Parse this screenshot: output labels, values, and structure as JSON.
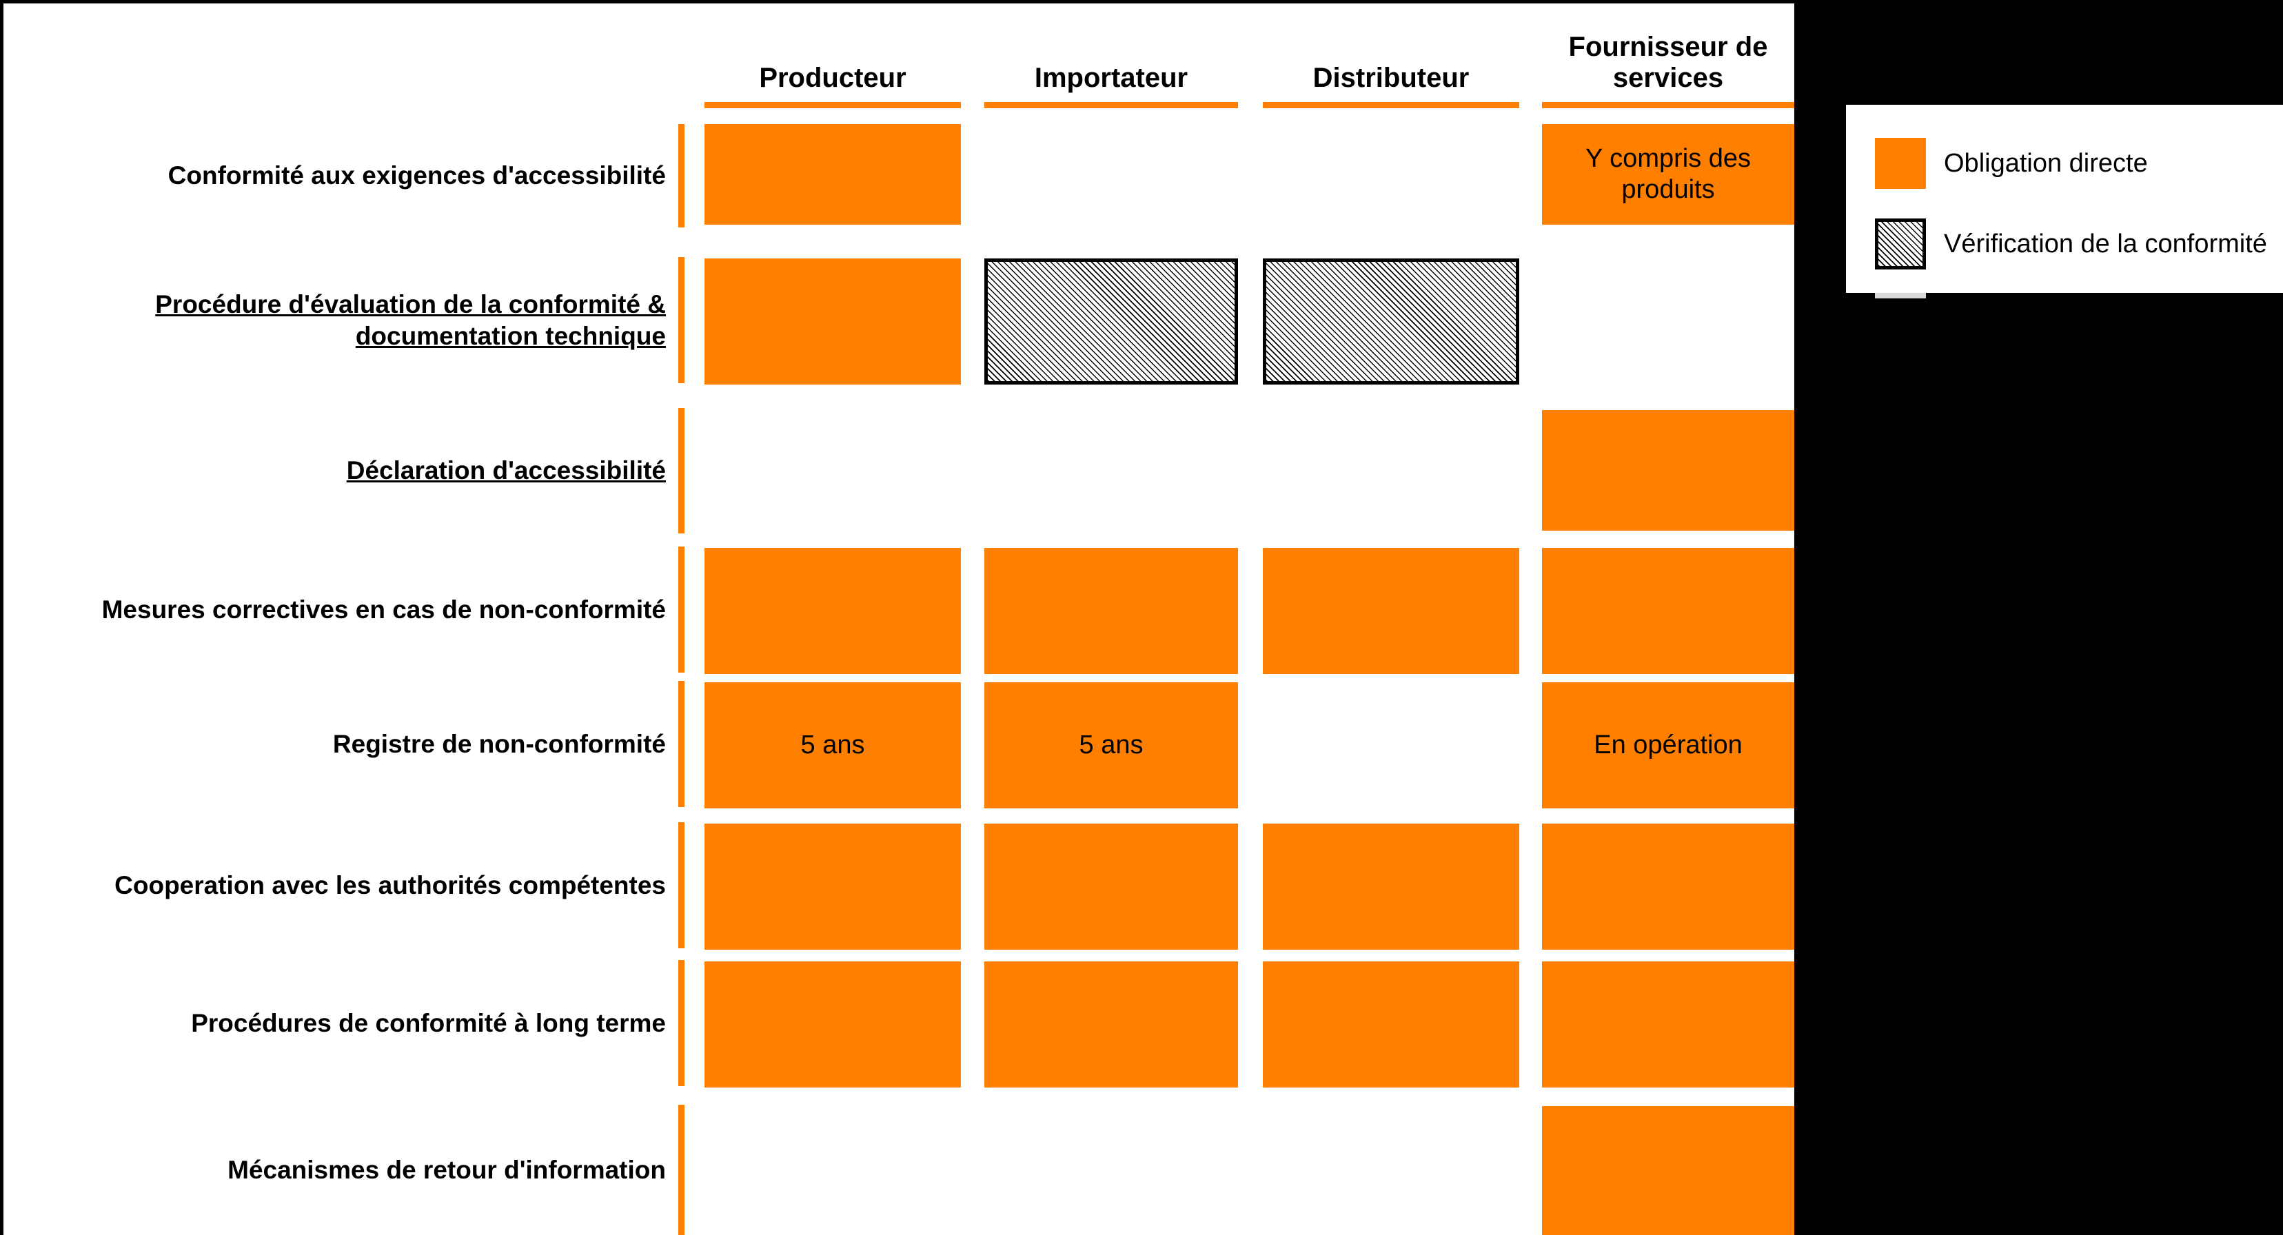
{
  "figure": {
    "accent_orange": "#FF7F00",
    "hatch_fill": "#ffffff",
    "hatch_line": "#000000",
    "text_color": "#000000",
    "panel_color": "#000000"
  },
  "columns": [
    {
      "label": "Producteur"
    },
    {
      "label": "Importateur"
    },
    {
      "label": "Distributeur"
    },
    {
      "label": "Fournisseur de services"
    }
  ],
  "rows": [
    {
      "label": "Conformité aux exigences d'accessibilité",
      "underlined": false
    },
    {
      "label": "Procédure d'évaluation de la conformité & documentation technique",
      "underlined": true
    },
    {
      "label": "Déclaration d'accessibilité",
      "underlined": true
    },
    {
      "label": "Mesures correctives en cas de non-conformité",
      "underlined": false
    },
    {
      "label": "Registre de non-conformité",
      "underlined": false
    },
    {
      "label": "Cooperation avec les authorités compétentes",
      "underlined": false
    },
    {
      "label": "Procédures de conformité à long terme",
      "underlined": false
    },
    {
      "label": "Mécanismes de retour d'information",
      "underlined": false
    }
  ],
  "cells": [
    [
      {
        "type": "direct",
        "text": ""
      },
      {
        "type": "none",
        "text": ""
      },
      {
        "type": "none",
        "text": ""
      },
      {
        "type": "direct",
        "text": "Y compris des produits"
      }
    ],
    [
      {
        "type": "direct",
        "text": ""
      },
      {
        "type": "hatch",
        "text": ""
      },
      {
        "type": "hatch",
        "text": ""
      },
      {
        "type": "none",
        "text": ""
      }
    ],
    [
      {
        "type": "none",
        "text": ""
      },
      {
        "type": "none",
        "text": ""
      },
      {
        "type": "none",
        "text": ""
      },
      {
        "type": "direct",
        "text": ""
      }
    ],
    [
      {
        "type": "direct",
        "text": ""
      },
      {
        "type": "direct",
        "text": ""
      },
      {
        "type": "direct",
        "text": ""
      },
      {
        "type": "direct",
        "text": ""
      }
    ],
    [
      {
        "type": "direct",
        "text": "5 ans"
      },
      {
        "type": "direct",
        "text": "5 ans"
      },
      {
        "type": "none",
        "text": ""
      },
      {
        "type": "direct",
        "text": "En opération"
      }
    ],
    [
      {
        "type": "direct",
        "text": ""
      },
      {
        "type": "direct",
        "text": ""
      },
      {
        "type": "direct",
        "text": ""
      },
      {
        "type": "direct",
        "text": ""
      }
    ],
    [
      {
        "type": "direct",
        "text": ""
      },
      {
        "type": "direct",
        "text": ""
      },
      {
        "type": "direct",
        "text": ""
      },
      {
        "type": "direct",
        "text": ""
      }
    ],
    [
      {
        "type": "none",
        "text": ""
      },
      {
        "type": "none",
        "text": ""
      },
      {
        "type": "none",
        "text": ""
      },
      {
        "type": "direct",
        "text": ""
      }
    ]
  ],
  "legend": {
    "items": [
      {
        "swatch": "direct",
        "label": "Obligation directe"
      },
      {
        "swatch": "hatch",
        "label": "Vérification de la conformité"
      }
    ]
  }
}
